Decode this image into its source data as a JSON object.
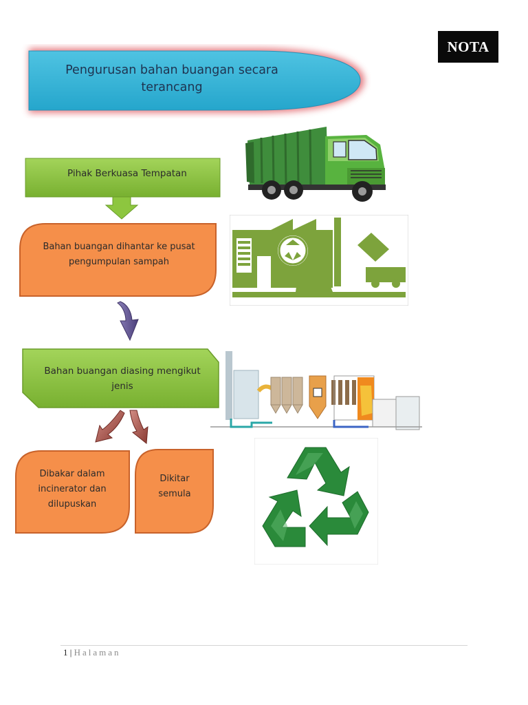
{
  "badge": {
    "label": "NOTA"
  },
  "title": {
    "line1": "Pengurusan bahan buangan secara",
    "line2": "terancang"
  },
  "flow": {
    "step1": "Pihak Berkuasa Tempatan",
    "step2": {
      "line1": "Bahan buangan dihantar ke pusat",
      "line2": "pengumpulan sampah"
    },
    "step3": {
      "line1": "Bahan buangan diasing mengikut",
      "line2": "jenis"
    },
    "step4a": {
      "line1": "Dibakar dalam",
      "line2": "incinerator dan",
      "line3": "dilupuskan"
    },
    "step4b": {
      "line1": "Dikitar",
      "line2": "semula"
    }
  },
  "footer": {
    "page_number": "1",
    "separator": "|",
    "label": "Halaman"
  },
  "colors": {
    "green_box": "#8dc63f",
    "orange_box": "#f58f4a",
    "title_fill": "#39b5d6",
    "title_glow": "#e36f76",
    "recycle_green": "#2a8a3a"
  }
}
